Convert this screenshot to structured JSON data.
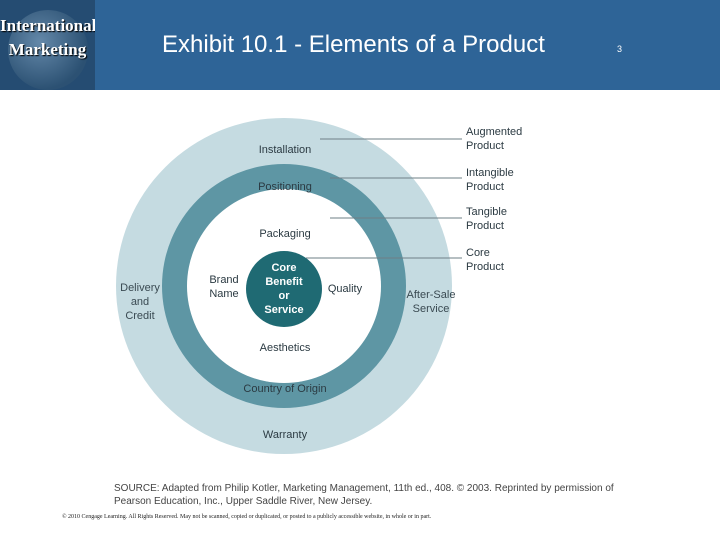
{
  "header": {
    "logo_line1": "International",
    "logo_line2": "Marketing",
    "title": "Exhibit 10.1 - Elements of a Product",
    "slide_number": "3"
  },
  "diagram": {
    "augmented_ring": {
      "labels": [
        "Installation",
        "Warranty"
      ],
      "left_label": [
        "Delivery",
        "and",
        "Credit"
      ],
      "right_label": [
        "After-Sale",
        "Service"
      ]
    },
    "intangible_ring": {
      "labels": [
        "Positioning",
        "Country of Origin"
      ]
    },
    "tangible_ring": {
      "labels": [
        "Packaging",
        "Aesthetics",
        "Quality"
      ],
      "left_label": [
        "Brand",
        "Name"
      ]
    },
    "core": {
      "lines": [
        "Core",
        "Benefit",
        "or",
        "Service"
      ]
    },
    "legend": [
      {
        "line1": "Augmented",
        "line2": "Product"
      },
      {
        "line1": "Intangible",
        "line2": "Product"
      },
      {
        "line1": "Tangible",
        "line2": "Product"
      },
      {
        "line1": "Core",
        "line2": "Product"
      }
    ],
    "colors": {
      "augmented": "#c5dbe1",
      "intangible": "#5e96a4",
      "tangible": "#ffffff",
      "core": "#1f6a73"
    }
  },
  "footer": {
    "source": "SOURCE: Adapted from Philip Kotler, Marketing Management, 11th ed., 408. © 2003. Reprinted by permission of Pearson Education, Inc., Upper Saddle River, New Jersey.",
    "copyright": "© 2010 Cengage Learning. All Rights Reserved. May not be scanned, copied or duplicated, or posted to a publicly accessible website, in whole or in part."
  }
}
